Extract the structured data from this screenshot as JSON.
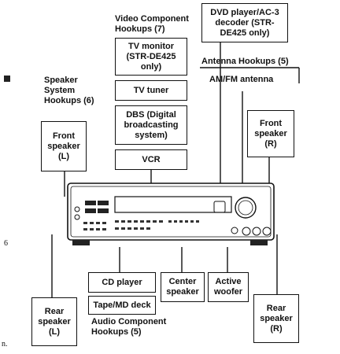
{
  "labels": {
    "video_component": "Video Component\nHookups (7)",
    "speaker_system": "Speaker\nSystem\nHookups (6)",
    "antenna_hookups": "Antenna Hookups (5)",
    "am_fm": "AM/FM antenna",
    "audio_component": "Audio Component\nHookups (5)"
  },
  "boxes": {
    "dvd_player": "DVD player/AC-3\ndecoder (STR-\nDE425 only)",
    "tv_monitor": "TV monitor\n(STR-DE425\nonly)",
    "tv_tuner": "TV tuner",
    "dbs": "DBS (Digital\nbroadcasting\nsystem)",
    "vcr": "VCR",
    "front_speaker_l": "Front\nspeaker\n(L)",
    "front_speaker_r": "Front\nspeaker\n(R)",
    "cd_player": "CD player",
    "tape_md": "Tape/MD deck",
    "center_speaker": "Center\nspeaker",
    "active_woofer": "Active\nwoofer",
    "rear_speaker_l": "Rear\nspeaker\n(L)",
    "rear_speaker_r": "Rear\nspeaker\n(R)"
  },
  "margin_marks": {
    "six": "6",
    "n": "n."
  }
}
